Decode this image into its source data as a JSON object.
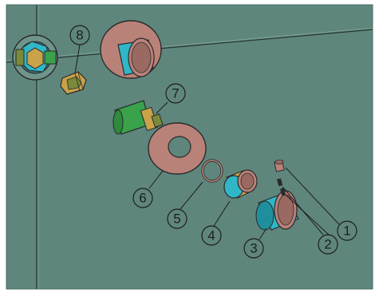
{
  "diagram": {
    "callouts": [
      {
        "id": "c1",
        "label": "1"
      },
      {
        "id": "c2",
        "label": "2"
      },
      {
        "id": "c3",
        "label": "3"
      },
      {
        "id": "c4",
        "label": "4"
      },
      {
        "id": "c5",
        "label": "5"
      },
      {
        "id": "c6",
        "label": "6"
      },
      {
        "id": "c7",
        "label": "7"
      },
      {
        "id": "c8",
        "label": "8"
      }
    ]
  },
  "colors": {
    "wall": "#5f867d",
    "wall_edge": "#4a6c64",
    "outline": "#2a2a2a",
    "rose": "#b98279",
    "rose_dark": "#9a6a62",
    "cyan": "#2fb7c8",
    "cyan_dark": "#1f8f9e",
    "green": "#3aa24a",
    "olive": "#7a8a3a",
    "brass": "#c9a24a"
  }
}
